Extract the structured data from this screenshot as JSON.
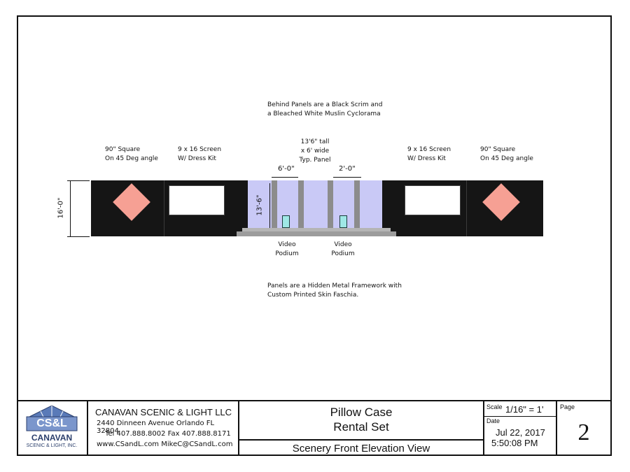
{
  "notes": {
    "behind_line1": "Behind Panels are a Black Scrim and",
    "behind_line2": "a Bleached White Muslin Cyclorama",
    "panel_line1": "13'6\" tall",
    "panel_line2": "x 6' wide",
    "panel_line3": "Typ. Panel",
    "left_square_line1": "90\" Square",
    "left_square_line2": "On 45 Deg angle",
    "left_screen_line1": "9 x 16 Screen",
    "left_screen_line2": "W/ Dress Kit",
    "right_screen_line1": "9 x 16 Screen",
    "right_screen_line2": "W/ Dress Kit",
    "right_square_line1": "90\" Square",
    "right_square_line2": "On 45 Deg angle",
    "podium_left_line1": "Video",
    "podium_left_line2": "Podium",
    "podium_right_line1": "Video",
    "podium_right_line2": "Podium",
    "bottom_line1": "Panels are a Hidden Metal Framework with",
    "bottom_line2": "Custom Printed Skin Faschia."
  },
  "dimensions": {
    "overall_height": "16'-0\"",
    "panel_height": "13'-6\"",
    "panel_width": "6'-0\"",
    "gap_width": "2'-0\""
  },
  "colors": {
    "black": "#151515",
    "panel": "#c9c9f6",
    "post": "#8c8c8c",
    "diamond": "#f6a094",
    "podium_screen": "#9fe8e6"
  },
  "titleblock": {
    "logo_text": "CS&L",
    "logo_name": "CANAVAN",
    "logo_sub": "SCENIC & LIGHT, INC.",
    "company": "CANAVAN SCENIC & LIGHT LLC",
    "address": "2440 Dinneen Avenue  Orlando FL 32804",
    "phone": "Tel 407.888.8002  Fax 407.888.8171",
    "web": "www.CSandL.com  MikeC@CSandL.com",
    "title_line1": "Pillow Case",
    "title_line2": "Rental Set",
    "view": "Scenery Front Elevation View",
    "scale_label": "Scale",
    "scale_value": "1/16\" = 1'",
    "date_label": "Date",
    "date_value": "Jul 22, 2017",
    "time_value": "5:50:08 PM",
    "page_label": "Page",
    "page_value": "2"
  }
}
